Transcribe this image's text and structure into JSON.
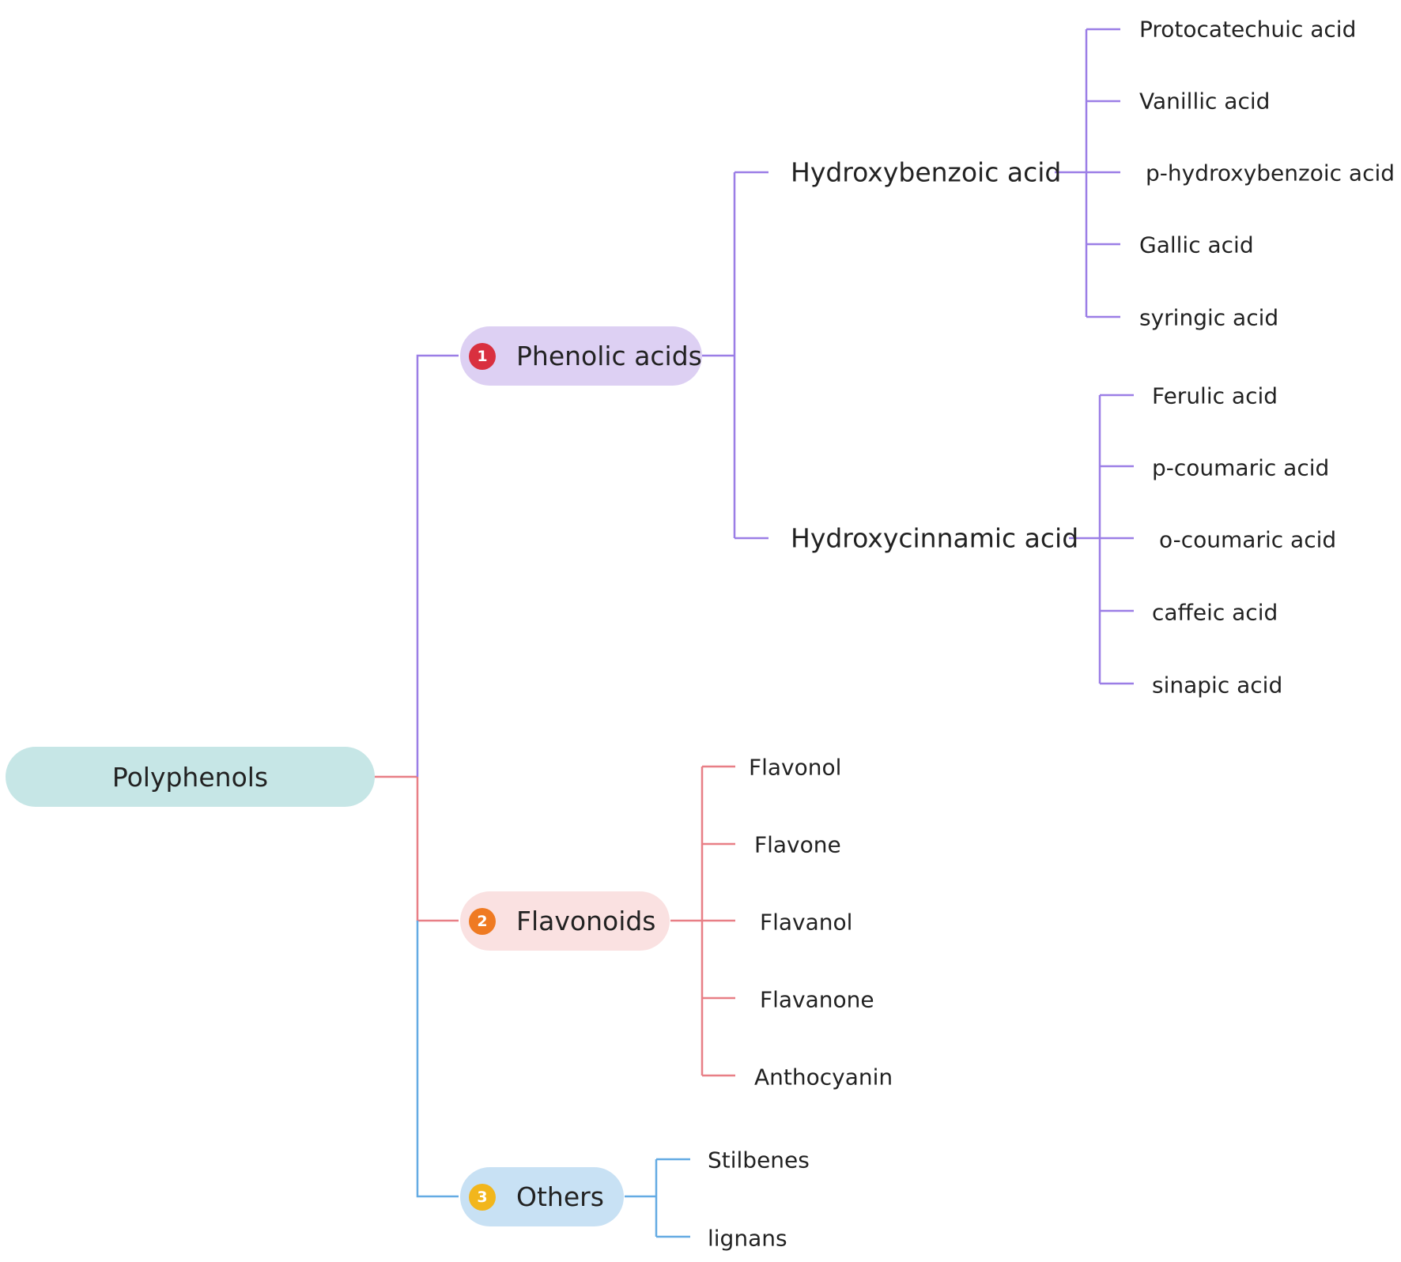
{
  "root": {
    "label": "Polyphenols",
    "color": "#c6e6e6"
  },
  "branches": {
    "phenolic": {
      "badge": "1",
      "label": "Phenolic acids",
      "fill": "#ddd0f3",
      "badge_color": "#d9303f",
      "line_color": "#9b7ee6",
      "groups": {
        "hydroxybenzoic": {
          "label": "Hydroxybenzoic acid",
          "items": [
            "Protocatechuic acid",
            "Vanillic acid",
            "p-hydroxybenzoic acid",
            "Gallic acid",
            "syringic acid"
          ]
        },
        "hydroxycinnamic": {
          "label": "Hydroxycinnamic acid",
          "items": [
            "Ferulic acid",
            "p-coumaric acid",
            "o-coumaric acid",
            "caffeic acid",
            "sinapic acid"
          ]
        }
      }
    },
    "flavonoids": {
      "badge": "2",
      "label": "Flavonoids",
      "fill": "#fae1e1",
      "badge_color": "#ef7a22",
      "line_color": "#e87f86",
      "items": [
        "Flavonol",
        "Flavone",
        "Flavanol",
        "Flavanone",
        "Anthocyanin"
      ]
    },
    "others": {
      "badge": "3",
      "label": "Others",
      "fill": "#c8e1f4",
      "badge_color": "#f2b61c",
      "line_color": "#64abe3",
      "items": [
        "Stilbenes",
        "lignans"
      ]
    }
  }
}
